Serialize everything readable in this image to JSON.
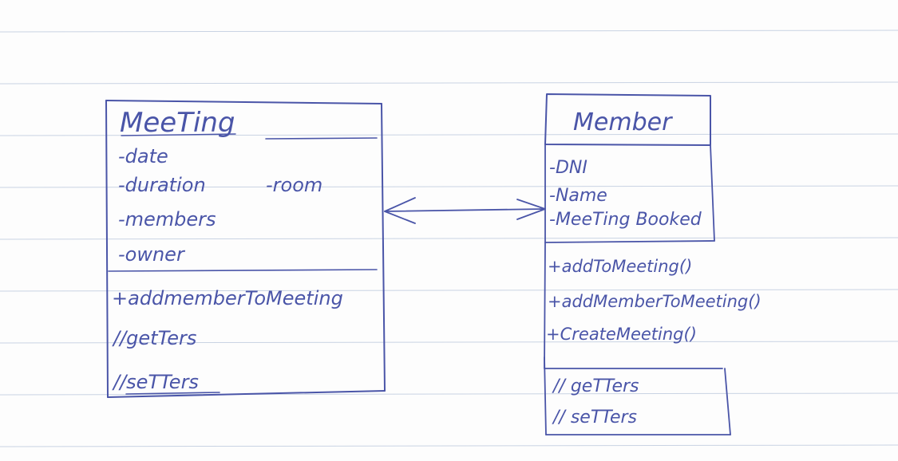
{
  "meeting": {
    "title": "MeeTing",
    "attributes": [
      "-date",
      "-duration",
      "-members",
      "-owner"
    ],
    "extra_attribute": "-room",
    "methods": [
      "+addmemberToMeeting",
      "//getTers",
      "//seTTers"
    ]
  },
  "member": {
    "title": "Member",
    "attributes": [
      "-DNI",
      "-Name",
      "-MeeTing Booked"
    ],
    "methods": [
      "+addToMeeting()",
      "+addMemberToMeeting()",
      "+CreateMeeting()"
    ],
    "accessors": [
      "// geTTers",
      "// seTTers"
    ]
  },
  "colors": {
    "ink": "#4a55a8",
    "paper": "#fdfdfd",
    "rule": "#c9d3e3"
  }
}
